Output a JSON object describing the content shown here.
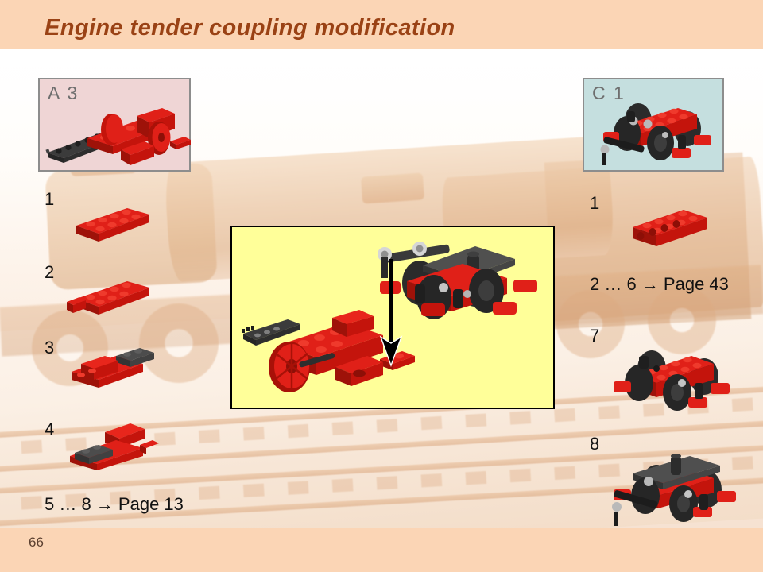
{
  "page": {
    "title": "Engine tender coupling modification",
    "number": "66",
    "header_color": "#fbd5b5",
    "footer_color": "#fbd5b5",
    "title_color": "#9a4215",
    "background_description": "faded sepia steam locomotive photograph"
  },
  "reference_boxes": [
    {
      "id": "a3",
      "label": "A 3",
      "background_color": "#efd5d5",
      "border_color": "#8d8d8d",
      "contents": "red lego coupling rod assembly"
    },
    {
      "id": "c1",
      "label": "C 1",
      "background_color": "#c5dfdf",
      "border_color": "#8d8d8d",
      "contents": "red lego bogie with wheels"
    }
  ],
  "main_panel": {
    "background_color": "#ffff99",
    "border_color": "#000000",
    "arrow": "down-arrow",
    "parts": [
      {
        "name": "coupling-assembly",
        "source": "A 3"
      },
      {
        "name": "bogie-assembly",
        "source": "C 1"
      }
    ]
  },
  "left_column": {
    "steps": [
      {
        "number": "1",
        "model": "red-2x6-plate"
      },
      {
        "number": "2",
        "model": "red-2x6-plate-with-bracket"
      },
      {
        "number": "3",
        "model": "red-plate-with-dark-gray-plate"
      },
      {
        "number": "4",
        "model": "red-plate-with-dark-gray-tile"
      }
    ],
    "reference": "5 … 8 → Page 13"
  },
  "right_column": {
    "steps": [
      {
        "number": "1",
        "model": "red-1x6-technic-brick"
      },
      {
        "number": "7",
        "model": "red-bogie-with-wheels"
      },
      {
        "number": "8",
        "model": "bogie-with-dark-gray-plate"
      }
    ],
    "reference": "2 … 6 → Page 43"
  },
  "colors": {
    "lego_red": "#e02018",
    "lego_red_dark": "#9e1209",
    "lego_dark_gray": "#4a4a4a",
    "lego_black": "#232323",
    "lego_silver": "#c9c9c9",
    "panel_yellow": "#ffff99",
    "header_peach": "#fbd5b5"
  }
}
